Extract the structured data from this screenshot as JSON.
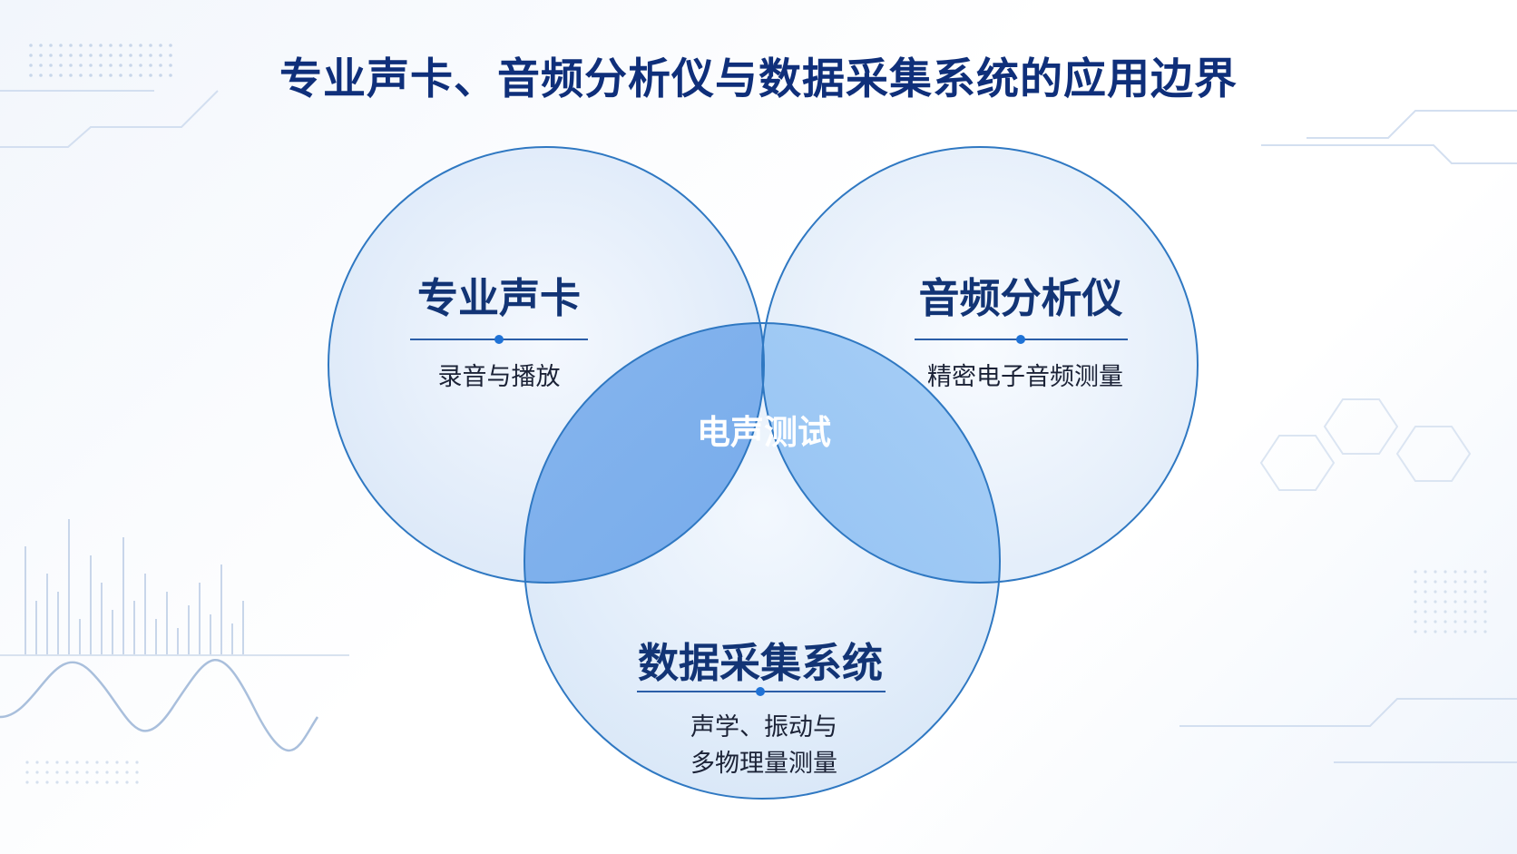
{
  "title": "专业声卡、音频分析仪与数据采集系统的应用边界",
  "sets": {
    "sound_card": {
      "heading": "专业声卡",
      "description": "录音与播放"
    },
    "audio_analyzer": {
      "heading": "音频分析仪",
      "description": "精密电子音频测量"
    },
    "daq_system": {
      "heading": "数据采集系统",
      "description_line1": "声学、振动与",
      "description_line2": "多物理量测量"
    }
  },
  "intersection": {
    "center_label": "电声测试"
  },
  "colors": {
    "title": "#0f2f7a",
    "circle_stroke": "#2f7cc6",
    "center_fill": "#0b4aa8",
    "pair_fill": "#6fa8ea",
    "accent_dot": "#1f72d6"
  }
}
